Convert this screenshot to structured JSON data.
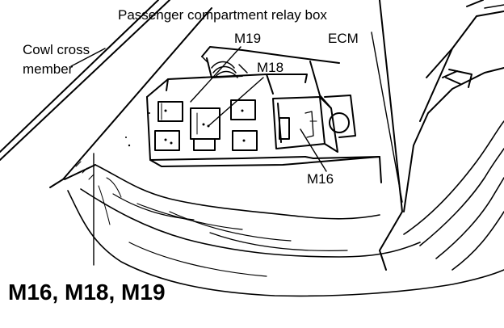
{
  "labels": {
    "relay_box": "Passenger compartment relay box",
    "cowl_line1": "Cowl cross",
    "cowl_line2": "member",
    "m19": "M19",
    "ecm": "ECM",
    "m18": "M18",
    "m16": "M16",
    "connectors": "M16, M18, M19"
  },
  "colors": {
    "ink": "#000000",
    "paper": "#ffffff"
  }
}
